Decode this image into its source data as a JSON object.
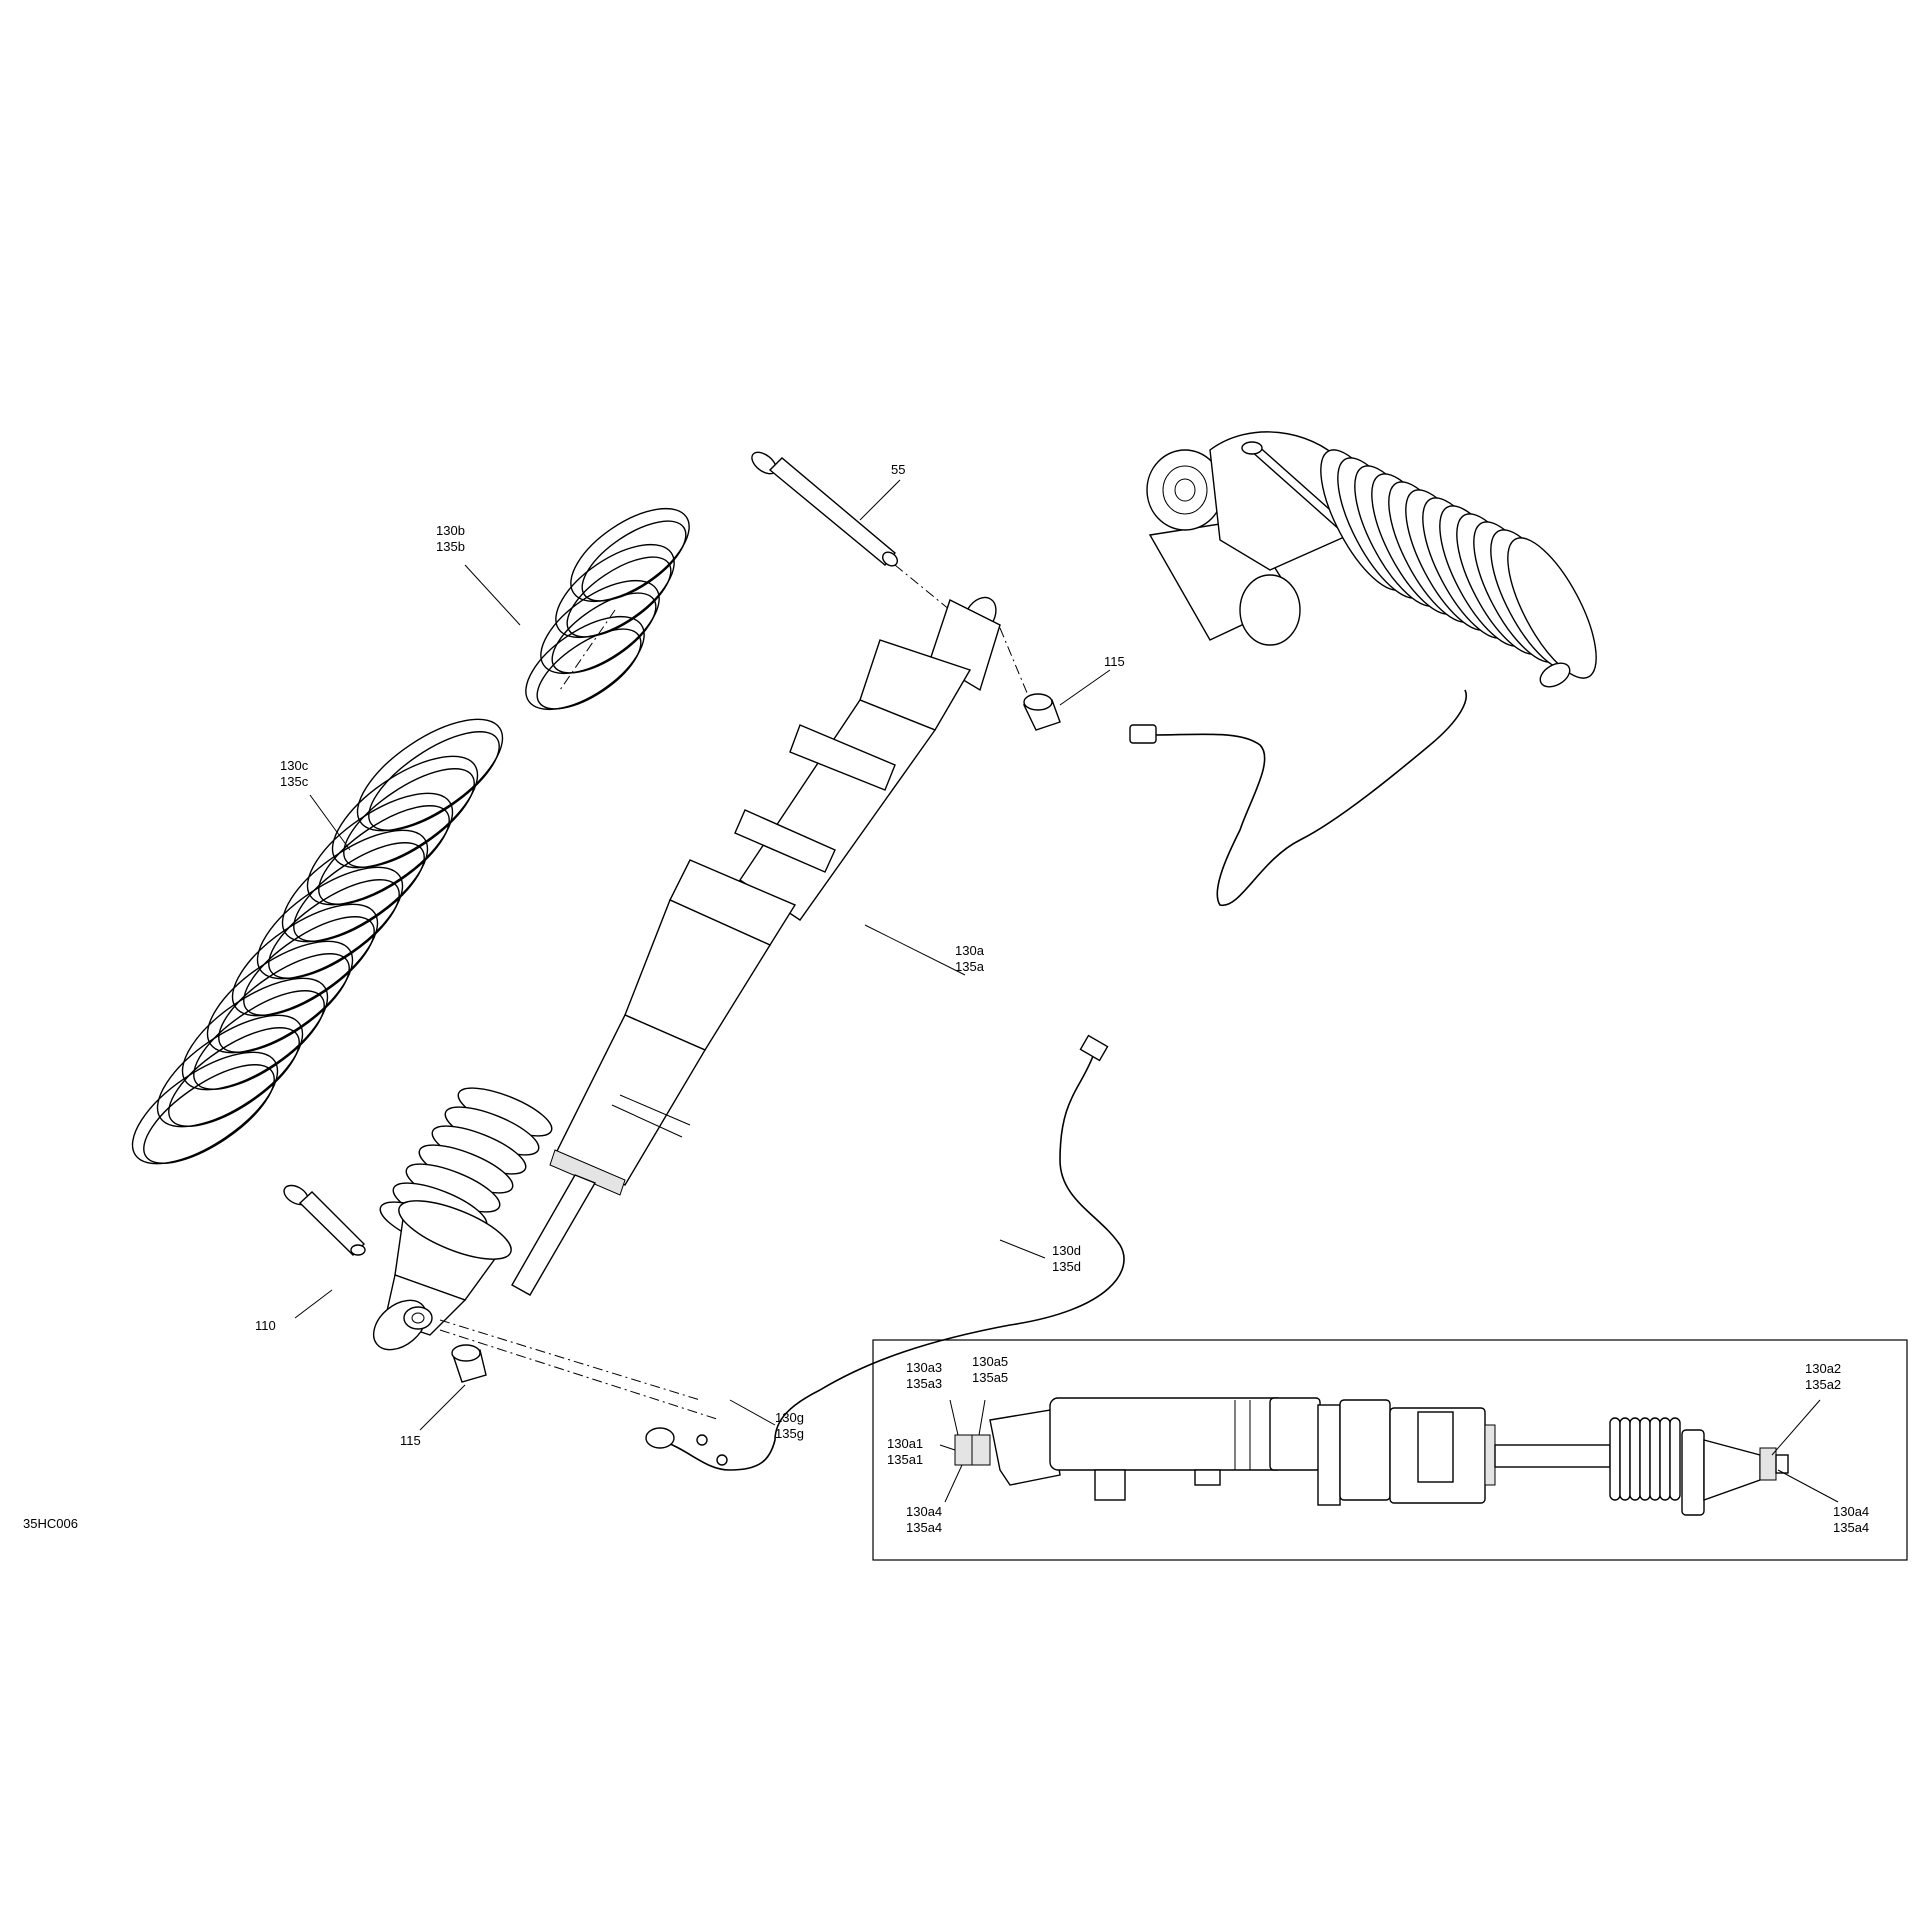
{
  "drawing_code": "35HC006",
  "callouts": {
    "c55": "55",
    "c115_top": "115",
    "c115_bottom": "115",
    "c110": "110",
    "c130b": "130b",
    "c135b": "135b",
    "c130c": "130c",
    "c135c": "135c",
    "c130a": "130a",
    "c135a": "135a",
    "c130d": "130d",
    "c135d": "135d",
    "c130g": "130g",
    "c135g": "135g"
  },
  "inset": {
    "c130a3": "130a3",
    "c135a3": "135a3",
    "c130a5": "130a5",
    "c135a5": "135a5",
    "c130a1": "130a1",
    "c135a1": "135a1",
    "c130a4_left": "130a4",
    "c135a4_left": "135a4",
    "c130a2": "130a2",
    "c135a2": "135a2",
    "c130a4_right": "130a4",
    "c135a4_right": "135a4"
  }
}
